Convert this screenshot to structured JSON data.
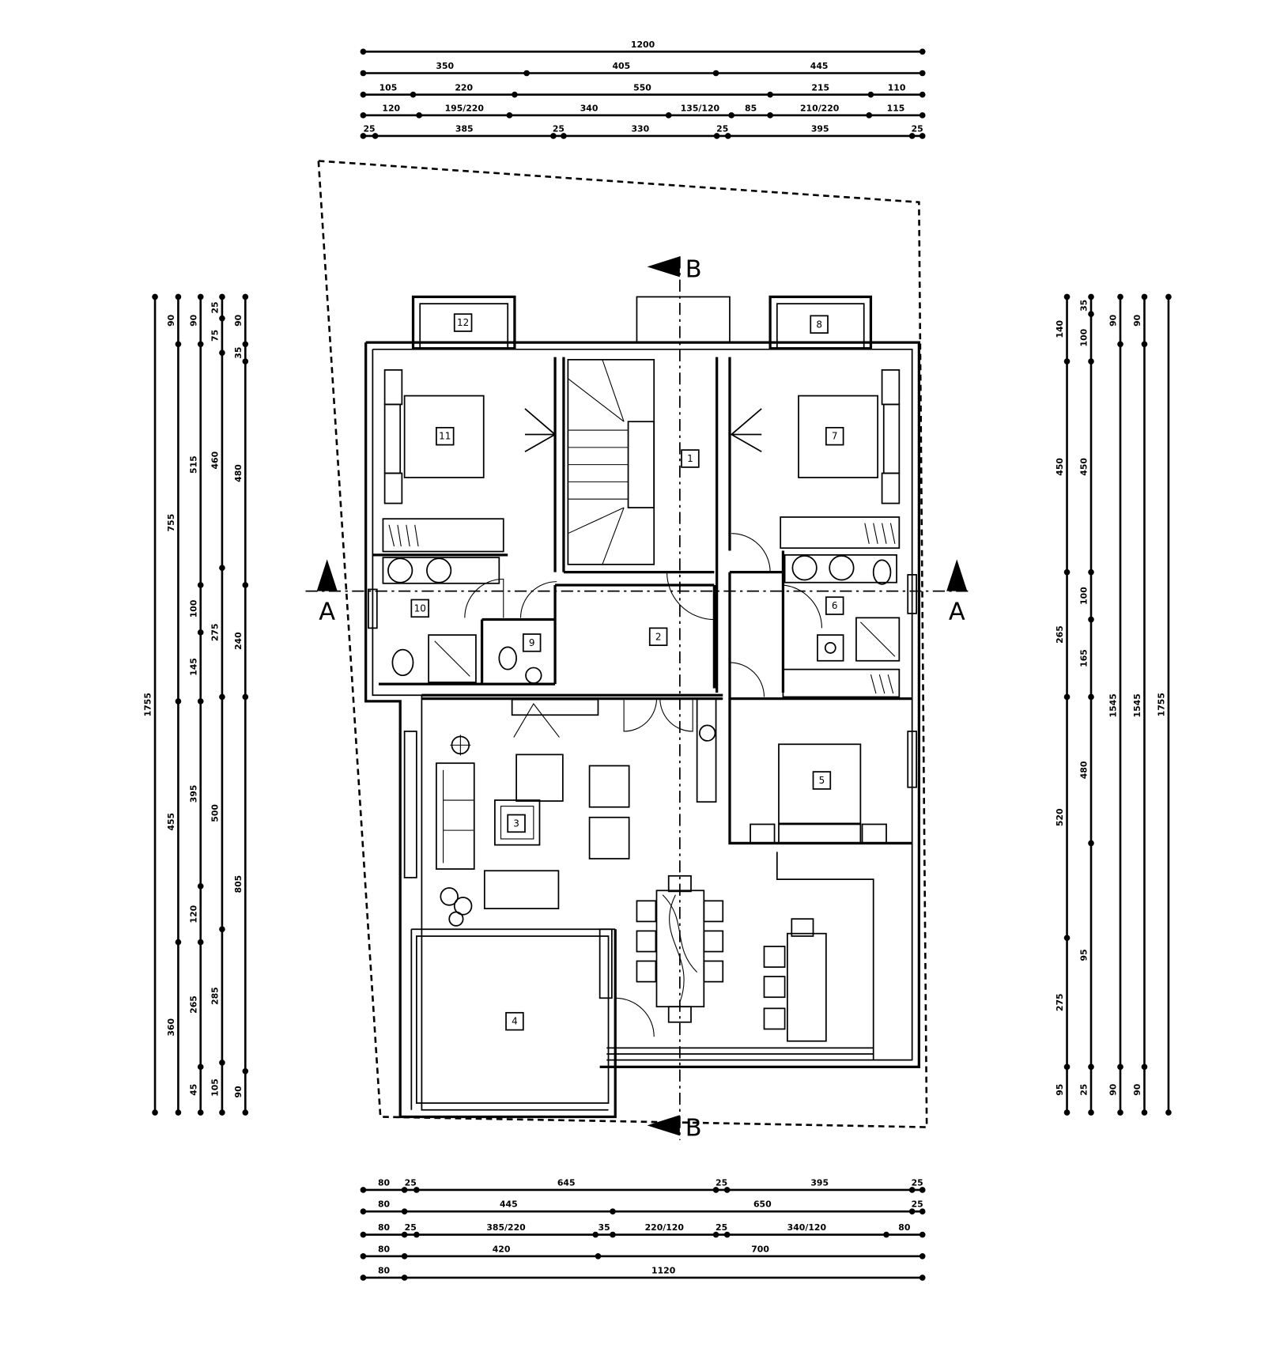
{
  "colors": {
    "ink": "#000000",
    "paper": "#ffffff"
  },
  "section_marks": {
    "a_left": "A",
    "a_right": "A",
    "b_top": "B",
    "b_bottom": "B"
  },
  "rooms": [
    {
      "id": "12",
      "label": "12"
    },
    {
      "id": "11",
      "label": "11"
    },
    {
      "id": "1",
      "label": "1"
    },
    {
      "id": "7",
      "label": "7"
    },
    {
      "id": "8",
      "label": "8"
    },
    {
      "id": "10",
      "label": "10"
    },
    {
      "id": "9",
      "label": "9"
    },
    {
      "id": "2",
      "label": "2"
    },
    {
      "id": "6",
      "label": "6"
    },
    {
      "id": "3",
      "label": "3"
    },
    {
      "id": "5",
      "label": "5"
    },
    {
      "id": "4",
      "label": "4"
    }
  ],
  "dimensions": {
    "top": [
      {
        "labels": [
          "1200"
        ]
      },
      {
        "labels": [
          "350",
          "405",
          "445"
        ]
      },
      {
        "labels": [
          "105",
          "220",
          "550",
          "215",
          "110"
        ]
      },
      {
        "labels": [
          "120",
          "195/220",
          "340",
          "135/120",
          "85",
          "210/220",
          "115"
        ]
      },
      {
        "labels": [
          "25",
          "385",
          "25",
          "330",
          "25",
          "395",
          "25"
        ]
      }
    ],
    "bottom": [
      {
        "labels": [
          "80",
          "25",
          "645",
          "25",
          "395",
          "25"
        ]
      },
      {
        "labels": [
          "80",
          "445",
          "650",
          "25"
        ]
      },
      {
        "labels": [
          "80",
          "25",
          "385/220",
          "35",
          "220/120",
          "25",
          "340/120",
          "80"
        ]
      },
      {
        "labels": [
          "80",
          "420",
          "700"
        ]
      },
      {
        "labels": [
          "80",
          "1120"
        ]
      }
    ],
    "left": [
      {
        "labels": [
          "1755"
        ]
      },
      {
        "labels": [
          "90",
          "755",
          "455",
          "360"
        ]
      },
      {
        "labels": [
          "90",
          "515",
          "100",
          "145",
          "395",
          "120",
          "265",
          "45"
        ]
      },
      {
        "labels": [
          "25",
          "75",
          "460",
          "275",
          "500",
          "285",
          "105"
        ]
      },
      {
        "labels": [
          "90",
          "35",
          "480",
          "240",
          "805",
          "90"
        ]
      }
    ],
    "right": [
      {
        "labels": [
          "140",
          "450",
          "265",
          "520",
          "275",
          "95"
        ]
      },
      {
        "labels": [
          "35",
          "100",
          "450",
          "100",
          "165",
          "480",
          "95",
          "25"
        ]
      },
      {
        "labels": [
          "90",
          "1545",
          "90"
        ]
      },
      {
        "labels": [
          "90",
          "1545",
          "90"
        ]
      },
      {
        "labels": [
          "1755"
        ]
      }
    ]
  }
}
